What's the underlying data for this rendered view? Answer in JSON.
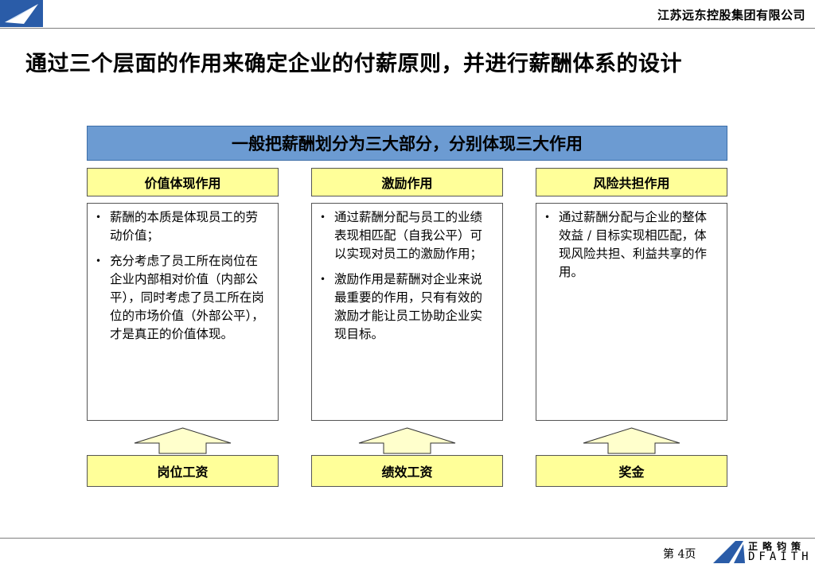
{
  "header": {
    "company": "江苏远东控股集团有限公司",
    "title": "通过三个层面的作用来确定企业的付薪原则，并进行薪酬体系的设计"
  },
  "banner": {
    "text": "一般把薪酬划分为三大部分，分别体现三大作用"
  },
  "columns": [
    {
      "heading": "价值体现作用",
      "bullets": [
        "薪酬的本质是体现员工的劳动价值；",
        "充分考虑了员工所在岗位在企业内部相对价值（内部公平），同时考虑了员工所在岗位的市场价值（外部公平），才是真正的价值体现。"
      ],
      "footer": "岗位工资"
    },
    {
      "heading": "激励作用",
      "bullets": [
        "通过薪酬分配与员工的业绩表现相匹配（自我公平）可以实现对员工的激励作用；",
        "激励作用是薪酬对企业来说最重要的作用，只有有效的激励才能让员工协助企业实现目标。"
      ],
      "footer": "绩效工资"
    },
    {
      "heading": "风险共担作用",
      "bullets": [
        "通过薪酬分配与企业的整体效益 / 目标实现相匹配，体现风险共担、利益共享的作用。"
      ],
      "footer": "奖金"
    }
  ],
  "footer": {
    "page": "第 4页",
    "brand_cn": "正略钧策",
    "brand_en": "DFAITH"
  },
  "colors": {
    "banner": "#6c9bd2",
    "yellow_box": "#ffff99",
    "arrow": "#ffffcc",
    "logo_blue": "#2a5ca8"
  },
  "icons": {
    "arrow": "up-arrow-icon",
    "logo": "company-logo-icon"
  }
}
